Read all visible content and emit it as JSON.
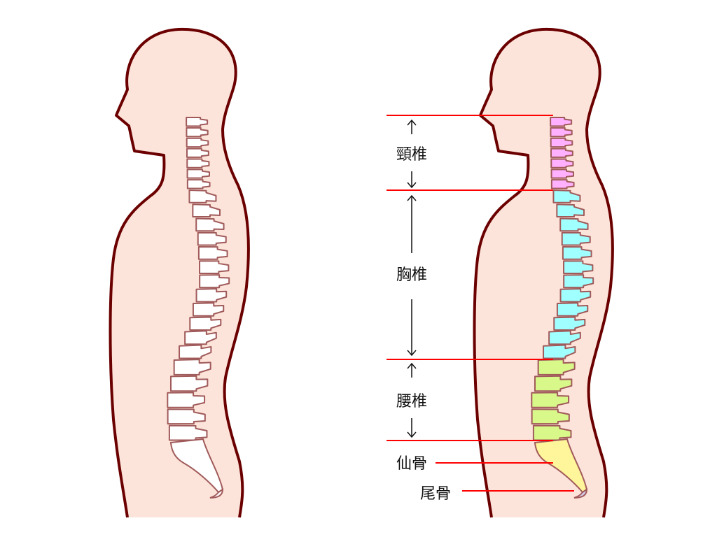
{
  "labels": {
    "cervical": "頸椎",
    "thoracic": "胸椎",
    "lumbar": "腰椎",
    "sacrum": "仙骨",
    "coccyx": "尾骨"
  },
  "colors": {
    "skin": "#fde4da",
    "outline": "#6b0000",
    "bone_outline": "#a05a5a",
    "plain_bone": "#ffffff",
    "cervical": "#ffb0ff",
    "thoracic": "#a0ffff",
    "lumbar": "#d8f88a",
    "sacrum": "#fff59a",
    "coccyx": "#d8d0f0",
    "marker_line": "#ff0000"
  }
}
